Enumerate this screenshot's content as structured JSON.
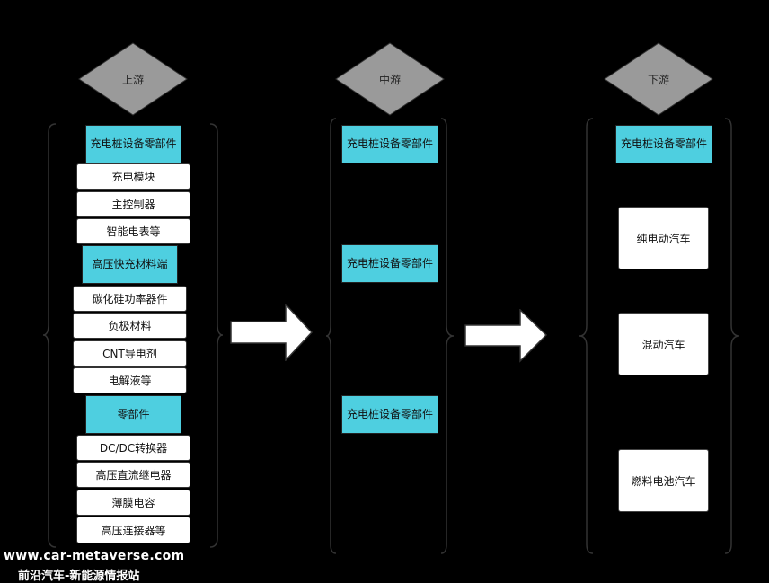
{
  "stages": {
    "upstream": "上游",
    "midstream": "中游",
    "downstream": "下游"
  },
  "upstream": {
    "group1": {
      "header": "充电桩设备零部件",
      "items": [
        "充电模块",
        "主控制器",
        "智能电表等"
      ]
    },
    "group2": {
      "header": "高压快充材料端",
      "items": [
        "碳化硅功率器件",
        "负极材料",
        "CNT导电剂",
        "电解液等"
      ]
    },
    "group3": {
      "header": "零部件",
      "items": [
        "DC/DC转换器",
        "高压直流继电器",
        "薄膜电容",
        "高压连接器等"
      ]
    }
  },
  "midstream": {
    "boxes": [
      "充电桩设备零部件",
      "充电桩设备零部件",
      "充电桩设备零部件"
    ]
  },
  "downstream": {
    "header": "充电桩设备零部件",
    "items": [
      "纯电动汽车",
      "混动汽车",
      "燃料电池汽车"
    ]
  },
  "watermark": {
    "url": "www.car-metaverse.com",
    "name": "前沿汽车-新能源情报站"
  },
  "colors": {
    "background": "#000000",
    "header_fill": "#4ecfe0",
    "diamond_fill": "#9a9a9a",
    "item_fill": "#ffffff"
  }
}
